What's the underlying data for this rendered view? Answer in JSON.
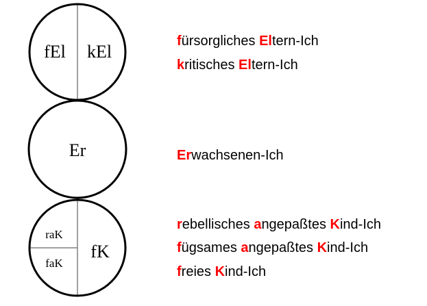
{
  "circles": {
    "parent": {
      "left": "fEl",
      "right": "kEl"
    },
    "adult": {
      "label": "Er"
    },
    "child": {
      "top_left": "raK",
      "bottom_left": "faK",
      "right": "fK"
    }
  },
  "legend": [
    [
      {
        "t": "f",
        "h": true
      },
      {
        "t": "ürsorgliches ",
        "h": false
      },
      {
        "t": "El",
        "h": true
      },
      {
        "t": "tern-Ich",
        "h": false
      }
    ],
    [
      {
        "t": "k",
        "h": true
      },
      {
        "t": "ritisches ",
        "h": false
      },
      {
        "t": "El",
        "h": true
      },
      {
        "t": "tern-Ich",
        "h": false
      }
    ],
    [
      {
        "t": "Er",
        "h": true
      },
      {
        "t": "wachsenen-Ich",
        "h": false
      }
    ],
    [
      {
        "t": "r",
        "h": true
      },
      {
        "t": "ebellisches ",
        "h": false
      },
      {
        "t": "a",
        "h": true
      },
      {
        "t": "ngepaßtes ",
        "h": false
      },
      {
        "t": "K",
        "h": true
      },
      {
        "t": "ind-Ich",
        "h": false
      }
    ],
    [
      {
        "t": "f",
        "h": true
      },
      {
        "t": "ügsames ",
        "h": false
      },
      {
        "t": "a",
        "h": true
      },
      {
        "t": "ngepaßtes ",
        "h": false
      },
      {
        "t": "K",
        "h": true
      },
      {
        "t": "ind-Ich",
        "h": false
      }
    ],
    [
      {
        "t": "f",
        "h": true
      },
      {
        "t": "reies ",
        "h": false
      },
      {
        "t": "K",
        "h": true
      },
      {
        "t": "ind-Ich",
        "h": false
      }
    ]
  ],
  "colors": {
    "highlight": "#ff0000",
    "stroke": "#000000",
    "divider": "#808080"
  }
}
